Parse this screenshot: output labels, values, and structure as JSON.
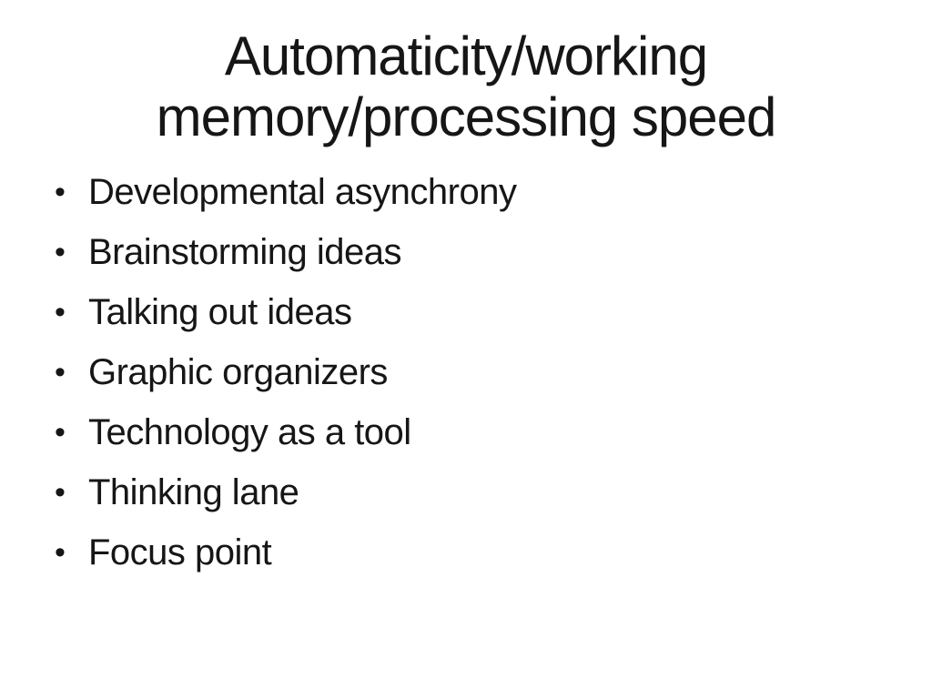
{
  "slide": {
    "title": {
      "full": "Automaticity/working memory/processing speed",
      "line1": "Automaticity/working",
      "line2": "memory/processing speed"
    },
    "bullet_glyph": "•",
    "bullets": [
      "Developmental asynchrony",
      "Brainstorming ideas",
      "Talking out ideas",
      "Graphic organizers",
      "Technology as a tool",
      "Thinking lane",
      "Focus point"
    ],
    "colors": {
      "background": "#ffffff",
      "text": "#161616"
    }
  }
}
